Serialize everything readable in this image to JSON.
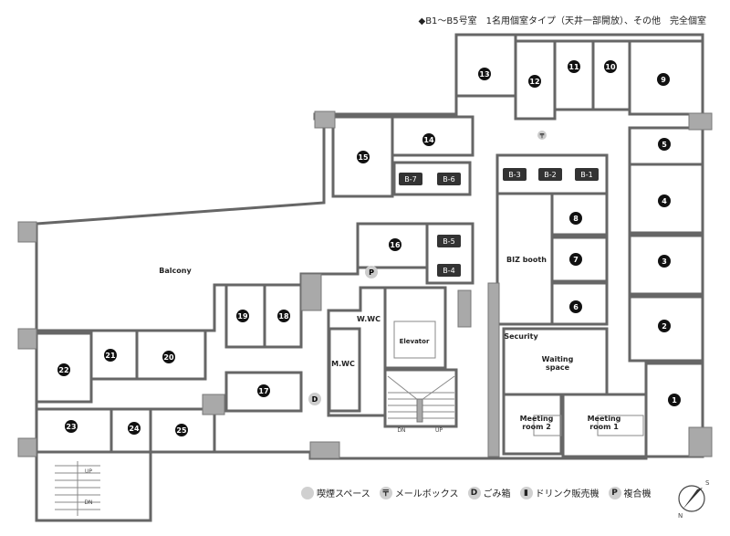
{
  "note": "◆B1～B5号室　1名用個室タイプ（天井一部開放）、その他　完全個室",
  "rooms": {
    "balcony": "Balcony",
    "biz_booth": "BIZ booth",
    "w_wc": "W.WC",
    "m_wc": "M.WC",
    "elevator": "Elevator",
    "security": "Security",
    "waiting_1": "Waiting",
    "waiting_2": "space",
    "meeting2_1": "Meeting",
    "meeting2_2": "room 2",
    "meeting1_1": "Meeting",
    "meeting1_2": "room 1",
    "dn": "DN",
    "up": "UP"
  },
  "booths": [
    "B-1",
    "B-2",
    "B-3",
    "B-4",
    "B-5",
    "B-6",
    "B-7"
  ],
  "room_numbers": [
    "1",
    "2",
    "3",
    "4",
    "5",
    "6",
    "7",
    "8",
    "9",
    "10",
    "11",
    "12",
    "13",
    "14",
    "15",
    "16",
    "17",
    "18",
    "19",
    "20",
    "21",
    "22",
    "23",
    "24",
    "25"
  ],
  "markers": {
    "printer": "P",
    "trash": "D"
  },
  "legend": [
    {
      "icon": "smoking-icon",
      "symbol": "",
      "label": "喫煙スペース"
    },
    {
      "icon": "mailbox-icon",
      "symbol": "〒",
      "label": "メールボックス"
    },
    {
      "icon": "trash-icon",
      "symbol": "D",
      "label": "ごみ箱"
    },
    {
      "icon": "vending-icon",
      "symbol": "▮",
      "label": "ドリンク販売機"
    },
    {
      "icon": "printer-icon",
      "symbol": "P",
      "label": "複合機"
    }
  ],
  "compass": {
    "north": "N",
    "south": "S"
  }
}
